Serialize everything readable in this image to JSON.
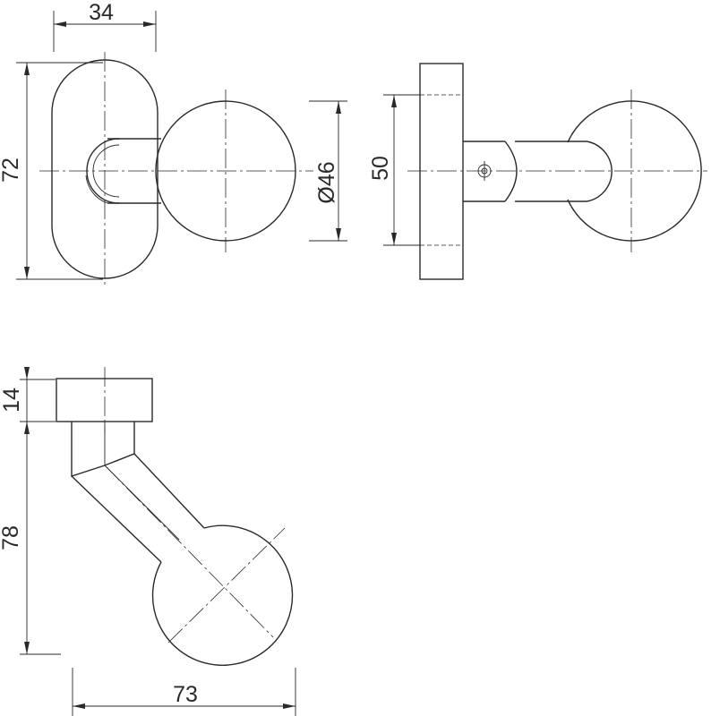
{
  "dimensions": {
    "width_top": "34",
    "height_rose": "72",
    "knob_diameter": "Ø46",
    "rose_inner": "50",
    "rose_thickness": "14",
    "height_side": "78",
    "width_bottom": "73"
  },
  "colors": {
    "line": "#2a2a2a",
    "background": "#ffffff"
  }
}
